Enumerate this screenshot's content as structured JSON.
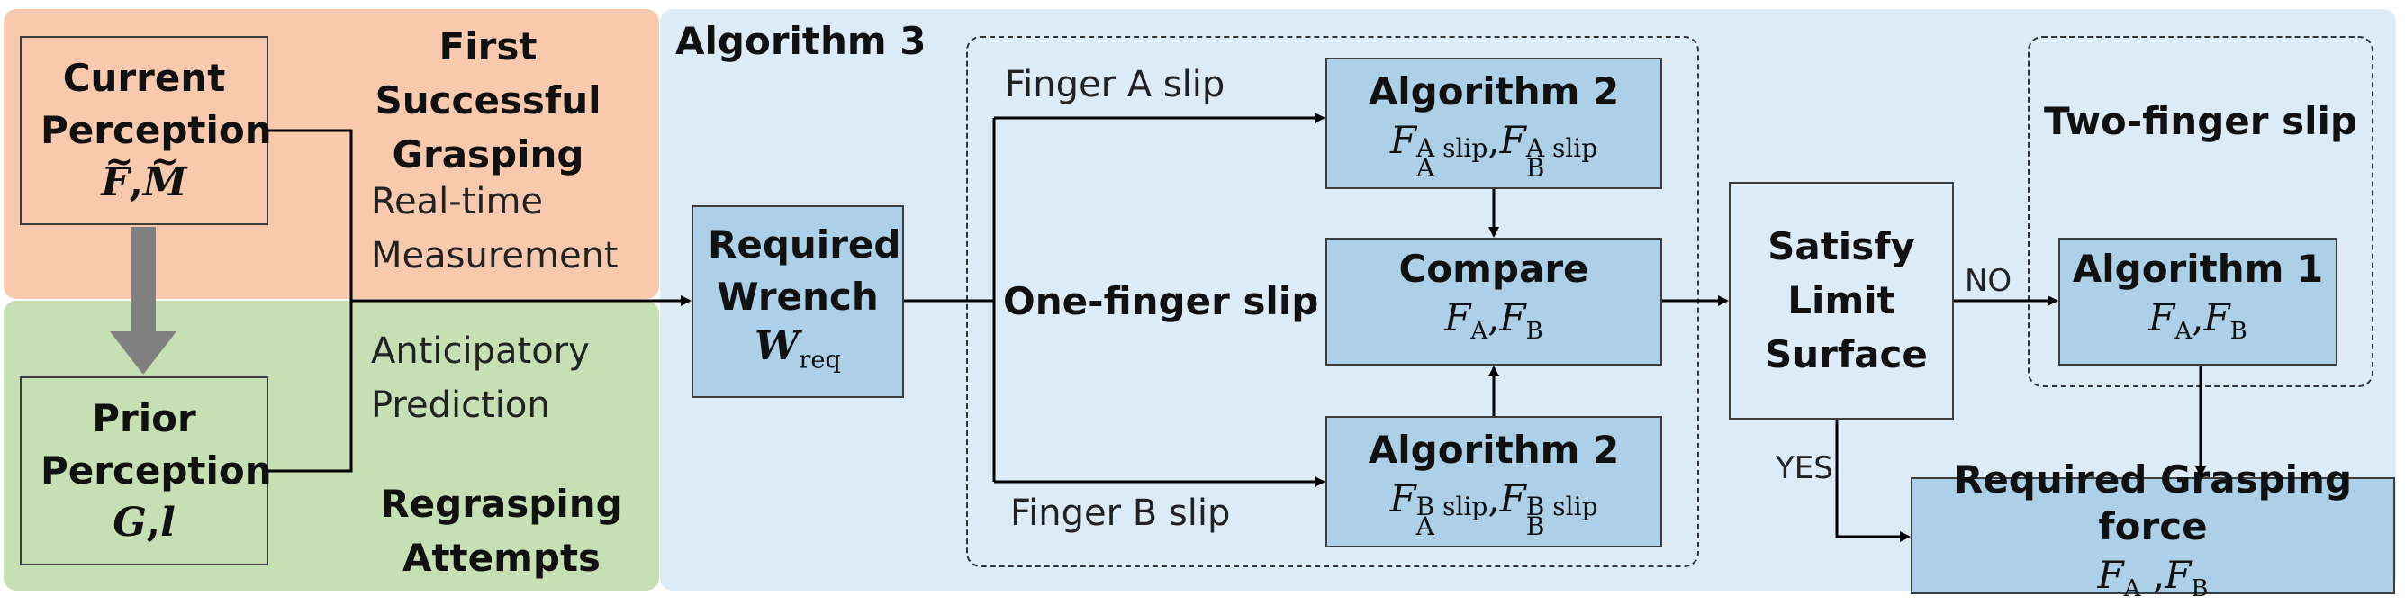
{
  "colors": {
    "orange_region": "#f8c9ad",
    "green_region": "#c6e0b4",
    "blue_region": "#ddebf7",
    "box_fill": "#acd0e8",
    "line": "#000000",
    "gray_arrow": "#808080"
  },
  "left": {
    "current_perception": {
      "title": "Current Perception",
      "vars": [
        "F",
        ",",
        "M"
      ]
    },
    "prior_perception": {
      "title": "Prior Perception",
      "vars": [
        "G",
        ",",
        "l"
      ]
    },
    "first_success": "First Successful Grasping",
    "realtime": "Real-time Measurement",
    "anticipatory": "Anticipatory Prediction",
    "regrasping": "Regrasping Attempts"
  },
  "algorithm3": {
    "title": "Algorithm 3",
    "required_wrench": {
      "title": "Required Wrench",
      "var": "W",
      "sub": "req"
    },
    "one_finger_slip": "One-finger slip",
    "finger_a_slip": "Finger A slip",
    "finger_b_slip": "Finger B slip",
    "alg2_a": {
      "title": "Algorithm 2",
      "F": "F",
      "sub1": "A",
      "sub2": "B",
      "sup": "A slip"
    },
    "compare": {
      "title": "Compare",
      "F": "F",
      "sub1": "A",
      "sub2": "B"
    },
    "alg2_b": {
      "title": "Algorithm 2",
      "F": "F",
      "sub1": "A",
      "sub2": "B",
      "sup": "B slip"
    },
    "satisfy": "Satisfy Limit Surface",
    "no": "NO",
    "yes": "YES",
    "two_finger_slip": "Two-finger slip",
    "alg1": {
      "title": "Algorithm 1",
      "F": "F",
      "sub1": "A",
      "sub2": "B"
    },
    "required_force": {
      "title": "Required Grasping force",
      "F": "F",
      "sub1": "A",
      "sub2": "B"
    }
  }
}
